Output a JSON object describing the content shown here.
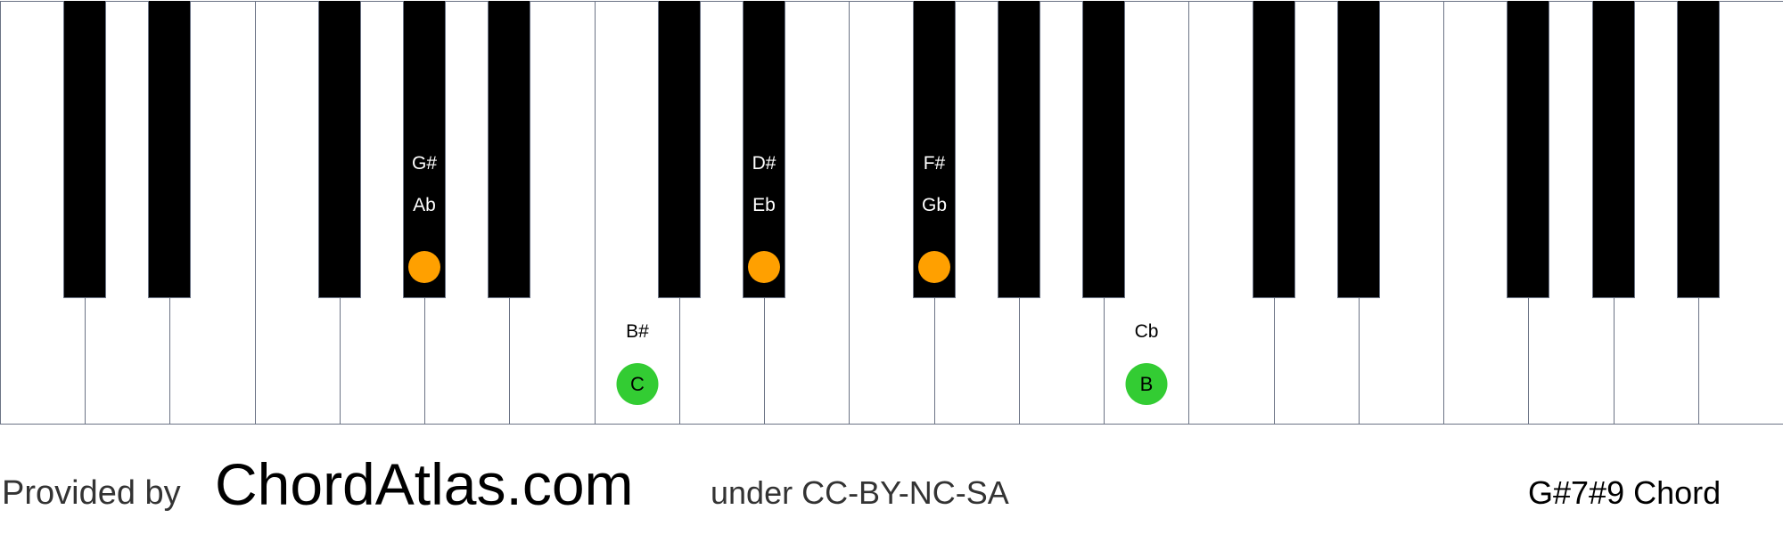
{
  "chord": {
    "name": "G#7#9 Chord",
    "notes": [
      "G#",
      "B#",
      "D#",
      "F#",
      "B"
    ]
  },
  "keyboard": {
    "white_key_count": 21,
    "white_keys": [
      "C",
      "D",
      "E",
      "F",
      "G",
      "A",
      "B",
      "C",
      "D",
      "E",
      "F",
      "G",
      "A",
      "B",
      "C",
      "D",
      "E",
      "F",
      "G",
      "A",
      "B"
    ],
    "black_keys": [
      {
        "after_white_index": 0,
        "name": "C#"
      },
      {
        "after_white_index": 1,
        "name": "D#"
      },
      {
        "after_white_index": 3,
        "name": "F#"
      },
      {
        "after_white_index": 4,
        "name": "G#"
      },
      {
        "after_white_index": 5,
        "name": "A#"
      },
      {
        "after_white_index": 7,
        "name": "C#"
      },
      {
        "after_white_index": 8,
        "name": "D#"
      },
      {
        "after_white_index": 10,
        "name": "F#"
      },
      {
        "after_white_index": 11,
        "name": "G#"
      },
      {
        "after_white_index": 12,
        "name": "A#"
      },
      {
        "after_white_index": 14,
        "name": "C#"
      },
      {
        "after_white_index": 15,
        "name": "D#"
      },
      {
        "after_white_index": 17,
        "name": "F#"
      },
      {
        "after_white_index": 18,
        "name": "G#"
      },
      {
        "after_white_index": 19,
        "name": "A#"
      }
    ],
    "highlighted": [
      {
        "type": "black",
        "black_index": 3,
        "labels": [
          "G#",
          "Ab"
        ],
        "dot_text": "",
        "dot_color": "#ffa000",
        "role": "root"
      },
      {
        "type": "white",
        "white_index": 7,
        "labels": [
          "B#"
        ],
        "dot_text": "C",
        "dot_color": "#33cc33"
      },
      {
        "type": "black",
        "black_index": 6,
        "labels": [
          "D#",
          "Eb"
        ],
        "dot_text": "",
        "dot_color": "#ffa000"
      },
      {
        "type": "black",
        "black_index": 7,
        "labels": [
          "F#",
          "Gb"
        ],
        "dot_text": "",
        "dot_color": "#ffa000"
      },
      {
        "type": "white",
        "white_index": 13,
        "labels": [
          "Cb"
        ],
        "dot_text": "B",
        "dot_color": "#33cc33"
      }
    ],
    "colors": {
      "white_key": "#ffffff",
      "black_key": "#000000",
      "key_border": "#6b7385",
      "black_key_dot": "#ffa000",
      "white_key_dot": "#33cc33"
    }
  },
  "footer": {
    "provided_by": "Provided by",
    "brand": "ChordAtlas.com",
    "license": "under CC-BY-NC-SA",
    "chord_title": "G#7#9 Chord"
  }
}
